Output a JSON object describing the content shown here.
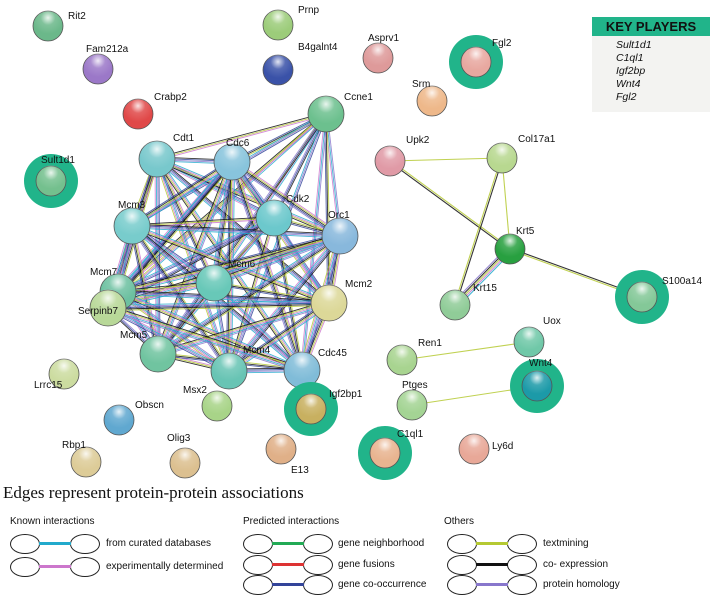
{
  "key_players": {
    "title": "KEY PLAYERS",
    "items": [
      "Sult1d1",
      "C1ql1",
      "Igf2bp",
      "Wnt4",
      "Fgl2"
    ]
  },
  "legend": {
    "title": "Edges represent protein-protein associations",
    "groups": [
      {
        "heading": "Known interactions",
        "items": [
          {
            "label": "from curated databases",
            "color": "#22aacc"
          },
          {
            "label": "experimentally determined",
            "color": "#cc77cc"
          }
        ]
      },
      {
        "heading": "Predicted interactions",
        "items": [
          {
            "label": "gene neighborhood",
            "color": "#22aa55"
          },
          {
            "label": "gene fusions",
            "color": "#dd3333"
          },
          {
            "label": "gene co-occurrence",
            "color": "#334499"
          }
        ]
      },
      {
        "heading": "Others",
        "items": [
          {
            "label": "textmining",
            "color": "#b5c932"
          },
          {
            "label": "co- expression",
            "color": "#111111"
          },
          {
            "label": "protein homology",
            "color": "#8877cc"
          }
        ]
      }
    ]
  },
  "network": {
    "nodes": [
      {
        "id": "Rit2",
        "label": "Rit2",
        "color": "#6bb88a",
        "highlight": false
      },
      {
        "id": "Prnp",
        "label": "Prnp",
        "color": "#9ccc7a",
        "highlight": false
      },
      {
        "id": "Fam212a",
        "label": "Fam212a",
        "color": "#9b78c8",
        "highlight": false
      },
      {
        "id": "B4galnt4",
        "label": "B4galnt4",
        "color": "#3a52a8",
        "highlight": false
      },
      {
        "id": "Asprv1",
        "label": "Asprv1",
        "color": "#de9a9a",
        "highlight": false
      },
      {
        "id": "Fgl2",
        "label": "Fgl2",
        "color": "#e8a8a0",
        "highlight": true
      },
      {
        "id": "Srm",
        "label": "Srm",
        "color": "#eeb88a",
        "highlight": false
      },
      {
        "id": "Crabp2",
        "label": "Crabp2",
        "color": "#e04848",
        "highlight": false
      },
      {
        "id": "Ccne1",
        "label": "Ccne1",
        "color": "#6cc08e",
        "highlight": false
      },
      {
        "id": "Sult1d1",
        "label": "Sult1d1",
        "color": "#74c08e",
        "highlight": true
      },
      {
        "id": "Cdt1",
        "label": "Cdt1",
        "color": "#78c8cc",
        "highlight": false
      },
      {
        "id": "Cdc6",
        "label": "Cdc6",
        "color": "#88c4dc",
        "highlight": false
      },
      {
        "id": "Upk2",
        "label": "Upk2",
        "color": "#e09aa6",
        "highlight": false
      },
      {
        "id": "Col17a1",
        "label": "Col17a1",
        "color": "#b8d890",
        "highlight": false
      },
      {
        "id": "Cdk2",
        "label": "Cdk2",
        "color": "#6cc8cc",
        "highlight": false
      },
      {
        "id": "Mcm3",
        "label": "Mcm3",
        "color": "#78cccc",
        "highlight": false
      },
      {
        "id": "Orc1",
        "label": "Orc1",
        "color": "#88b8dc",
        "highlight": false
      },
      {
        "id": "Krt5",
        "label": "Krt5",
        "color": "#28a040",
        "highlight": false
      },
      {
        "id": "Mcm6",
        "label": "Mcm6",
        "color": "#68c8b8",
        "highlight": false
      },
      {
        "id": "Mcm7",
        "label": "Mcm7",
        "color": "#6cc0a0",
        "highlight": false
      },
      {
        "id": "Serpinb7",
        "label": "Serpinb7",
        "color": "#b8d898",
        "highlight": false
      },
      {
        "id": "Mcm2",
        "label": "Mcm2",
        "color": "#dcd898",
        "highlight": false
      },
      {
        "id": "Krt15",
        "label": "Krt15",
        "color": "#90cc98",
        "highlight": false
      },
      {
        "id": "S100a14",
        "label": "S100a14",
        "color": "#84c898",
        "highlight": true
      },
      {
        "id": "Lrrc15",
        "label": "Lrrc15",
        "color": "#ccdca0",
        "highlight": false
      },
      {
        "id": "Mcm5",
        "label": "Mcm5",
        "color": "#70c4a0",
        "highlight": false
      },
      {
        "id": "Ren1",
        "label": "Ren1",
        "color": "#a8d490",
        "highlight": false
      },
      {
        "id": "Uox",
        "label": "Uox",
        "color": "#70c8a8",
        "highlight": false
      },
      {
        "id": "Mcm4",
        "label": "Mcm4",
        "color": "#68c4b4",
        "highlight": false
      },
      {
        "id": "Cdc45",
        "label": "Cdc45",
        "color": "#80bcd8",
        "highlight": false
      },
      {
        "id": "Wnt4",
        "label": "Wnt4",
        "color": "#1c9aa8",
        "highlight": true
      },
      {
        "id": "Ptges",
        "label": "Ptges",
        "color": "#a4d494",
        "highlight": false
      },
      {
        "id": "Obscn",
        "label": "Obscn",
        "color": "#60a8d0",
        "highlight": false
      },
      {
        "id": "Msx2",
        "label": "Msx2",
        "color": "#a8d488",
        "highlight": false
      },
      {
        "id": "Igf2bp1",
        "label": "Igf2bp1",
        "color": "#c8b060",
        "highlight": true
      },
      {
        "id": "E13",
        "label": "E13",
        "color": "#e0b088",
        "highlight": false
      },
      {
        "id": "C1ql1",
        "label": "C1ql1",
        "color": "#e8b490",
        "highlight": true
      },
      {
        "id": "Ly6d",
        "label": "Ly6d",
        "color": "#e8a898",
        "highlight": false
      },
      {
        "id": "Rbp1",
        "label": "Rbp1",
        "color": "#ddcc98",
        "highlight": false
      },
      {
        "id": "Olig3",
        "label": "Olig3",
        "color": "#dcc090",
        "highlight": false
      }
    ],
    "edges": [
      {
        "from": "Upk2",
        "to": "Krt5"
      },
      {
        "from": "Upk2",
        "to": "Col17a1"
      },
      {
        "from": "Col17a1",
        "to": "Krt5"
      },
      {
        "from": "Col17a1",
        "to": "Krt15"
      },
      {
        "from": "Krt5",
        "to": "Krt15"
      },
      {
        "from": "Krt5",
        "to": "S100a14"
      },
      {
        "from": "Ren1",
        "to": "Uox"
      },
      {
        "from": "Ptges",
        "to": "Wnt4"
      }
    ],
    "cluster": [
      "Ccne1",
      "Cdt1",
      "Cdc6",
      "Cdk2",
      "Mcm3",
      "Orc1",
      "Mcm6",
      "Mcm7",
      "Mcm2",
      "Mcm5",
      "Mcm4",
      "Cdc45",
      "Serpinb7"
    ]
  }
}
